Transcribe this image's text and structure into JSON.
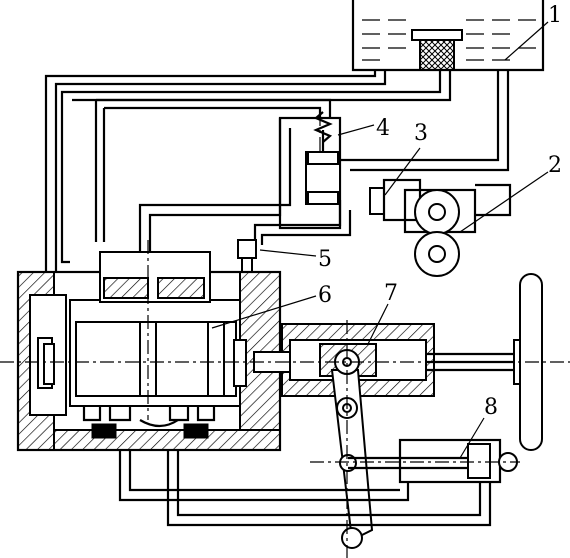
{
  "diagram": {
    "labels": [
      "1",
      "2",
      "3",
      "4",
      "5",
      "6",
      "7",
      "8"
    ],
    "components": [
      "oil-tank",
      "gear-pump",
      "pressure-relief-valve",
      "throttle-valve-spring",
      "check-valve",
      "spool-control-valve",
      "steering-gear-box",
      "power-cylinder"
    ]
  }
}
